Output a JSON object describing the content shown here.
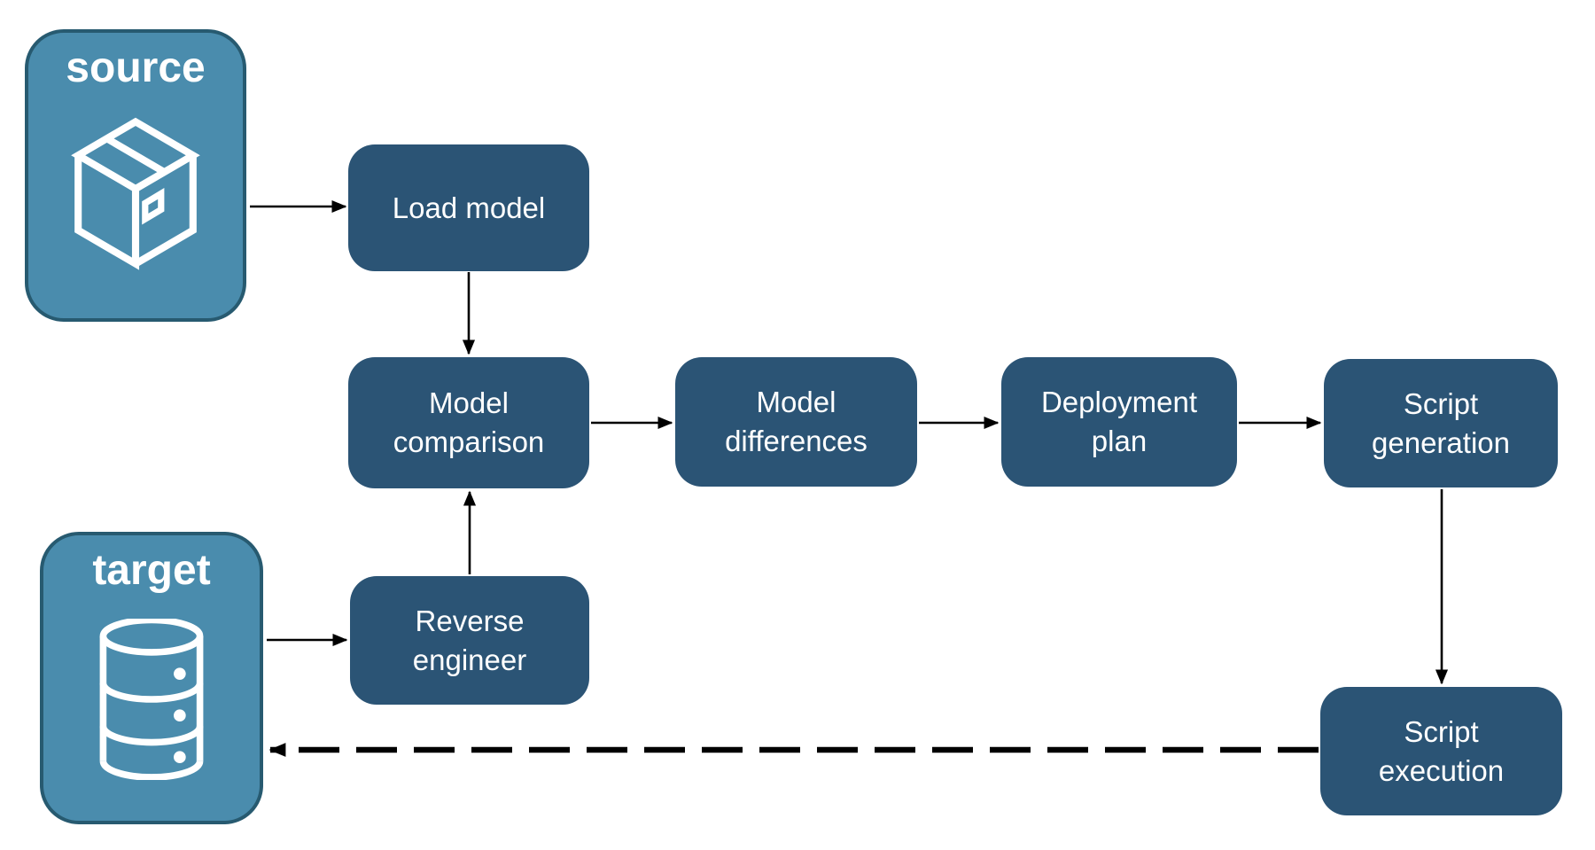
{
  "diagram": {
    "entities": {
      "source": {
        "label": "source",
        "icon": "package-icon"
      },
      "target": {
        "label": "target",
        "icon": "database-icon"
      }
    },
    "nodes": {
      "load_model": {
        "label": "Load model"
      },
      "model_comparison": {
        "label": "Model\ncomparison"
      },
      "model_differences": {
        "label": "Model\ndifferences"
      },
      "deployment_plan": {
        "label": "Deployment\nplan"
      },
      "script_generation": {
        "label": "Script\ngeneration"
      },
      "reverse_engineer": {
        "label": "Reverse\nengineer"
      },
      "script_execution": {
        "label": "Script\nexecution"
      }
    },
    "edges": [
      {
        "from": "source",
        "to": "load_model",
        "style": "solid"
      },
      {
        "from": "load_model",
        "to": "model_comparison",
        "style": "solid"
      },
      {
        "from": "model_comparison",
        "to": "model_differences",
        "style": "solid"
      },
      {
        "from": "model_differences",
        "to": "deployment_plan",
        "style": "solid"
      },
      {
        "from": "deployment_plan",
        "to": "script_generation",
        "style": "solid"
      },
      {
        "from": "script_generation",
        "to": "script_execution",
        "style": "solid"
      },
      {
        "from": "target",
        "to": "reverse_engineer",
        "style": "solid"
      },
      {
        "from": "reverse_engineer",
        "to": "model_comparison",
        "style": "solid"
      },
      {
        "from": "script_execution",
        "to": "target",
        "style": "dashed"
      }
    ],
    "colors": {
      "node_fill": "#2B5475",
      "entity_fill": "#4A8CAD",
      "entity_border": "#275A70",
      "text": "#FFFFFF",
      "arrow": "#000000",
      "background": "#FFFFFF"
    }
  }
}
